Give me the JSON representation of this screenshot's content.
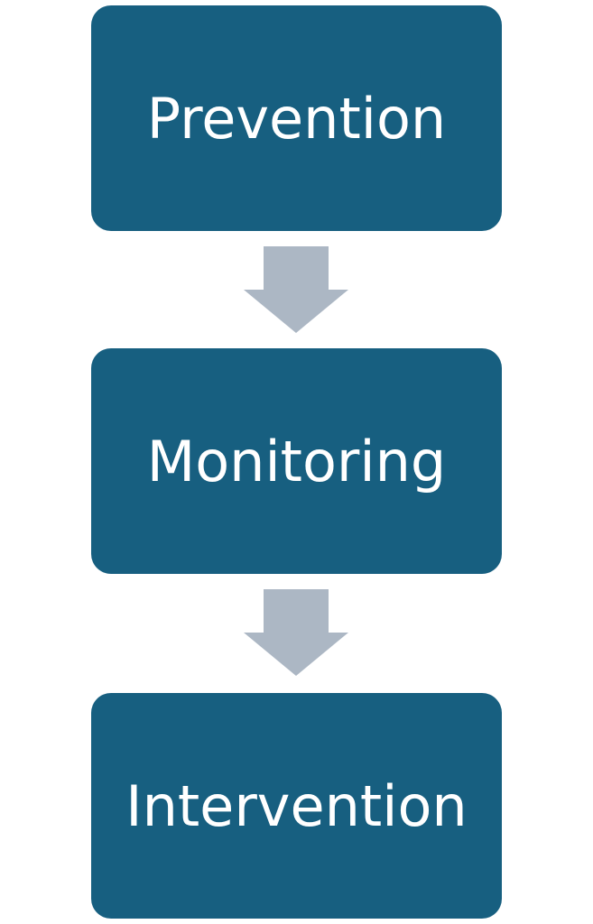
{
  "colors": {
    "box_fill": "#175F80",
    "arrow_fill": "#ACB7C4",
    "text": "#FFFFFF"
  },
  "steps": [
    {
      "label": "Prevention"
    },
    {
      "label": "Monitoring"
    },
    {
      "label": "Intervention"
    }
  ],
  "connectors": [
    {
      "icon": "down-arrow-icon"
    },
    {
      "icon": "down-arrow-icon"
    }
  ]
}
